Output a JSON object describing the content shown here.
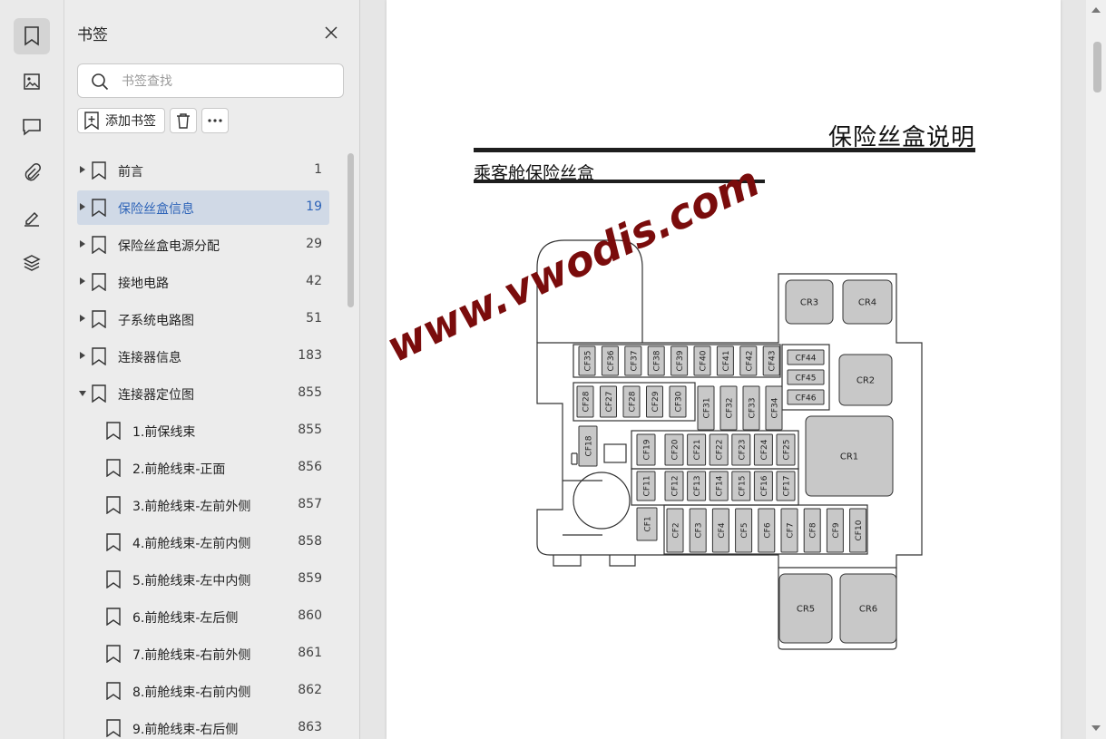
{
  "sidebar_rail": {
    "icons": [
      "bookmark-icon",
      "thumbnail-icon",
      "comment-icon",
      "attachment-icon",
      "signature-icon",
      "layers-icon"
    ]
  },
  "bookmarks_panel": {
    "title": "书签",
    "search_placeholder": "书签查找",
    "add_label": "添加书签",
    "items": [
      {
        "label": "前言",
        "page": "1",
        "level": 0,
        "expanded": false,
        "selected": false
      },
      {
        "label": "保险丝盒信息",
        "page": "19",
        "level": 0,
        "expanded": false,
        "selected": true
      },
      {
        "label": "保险丝盒电源分配",
        "page": "29",
        "level": 0,
        "expanded": false,
        "selected": false
      },
      {
        "label": "接地电路",
        "page": "42",
        "level": 0,
        "expanded": false,
        "selected": false
      },
      {
        "label": "子系统电路图",
        "page": "51",
        "level": 0,
        "expanded": false,
        "selected": false
      },
      {
        "label": "连接器信息",
        "page": "183",
        "level": 0,
        "expanded": false,
        "selected": false
      },
      {
        "label": "连接器定位图",
        "page": "855",
        "level": 0,
        "expanded": true,
        "selected": false
      },
      {
        "label": "1.前保线束",
        "page": "855",
        "level": 1,
        "selected": false
      },
      {
        "label": "2.前舱线束-正面",
        "page": "856",
        "level": 1,
        "selected": false
      },
      {
        "label": "3.前舱线束-左前外侧",
        "page": "857",
        "level": 1,
        "selected": false
      },
      {
        "label": "4.前舱线束-左前内侧",
        "page": "858",
        "level": 1,
        "selected": false
      },
      {
        "label": "5.前舱线束-左中内侧",
        "page": "859",
        "level": 1,
        "selected": false
      },
      {
        "label": "6.前舱线束-左后侧",
        "page": "860",
        "level": 1,
        "selected": false
      },
      {
        "label": "7.前舱线束-右前外侧",
        "page": "861",
        "level": 1,
        "selected": false
      },
      {
        "label": "8.前舱线束-右前内侧",
        "page": "862",
        "level": 1,
        "selected": false
      },
      {
        "label": "9.前舱线束-右后侧",
        "page": "863",
        "level": 1,
        "selected": false
      }
    ]
  },
  "document": {
    "title": "保险丝盒说明",
    "subtitle": "乘客舱保险丝盒",
    "watermark": "www.vwodis.com",
    "fuses": {
      "row_top_small": [
        "CF35",
        "CF36",
        "CF37",
        "CF38",
        "CF39",
        "CF40",
        "CF41",
        "CF42",
        "CF43"
      ],
      "row_mid_left": [
        "CF28",
        "CF27",
        "CF28",
        "CF29",
        "CF30"
      ],
      "row_mid_tall": [
        "CF31",
        "CF32",
        "CF33",
        "CF34"
      ],
      "side_right": [
        "CF44",
        "CF45",
        "CF46"
      ],
      "row_a": [
        "CF19",
        "CF20",
        "CF21",
        "CF22",
        "CF23",
        "CF24",
        "CF25"
      ],
      "row_b": [
        "CF11",
        "CF12",
        "CF13",
        "CF14",
        "CF15",
        "CF16",
        "CF17"
      ],
      "row_c": [
        "CF1",
        "CF2",
        "CF3",
        "CF4",
        "CF5",
        "CF6",
        "CF7",
        "CF8",
        "CF9",
        "CF10"
      ],
      "single_left": "CF18",
      "relays": [
        "CR3",
        "CR4",
        "CR2",
        "CR1",
        "CR5",
        "CR6"
      ]
    }
  }
}
